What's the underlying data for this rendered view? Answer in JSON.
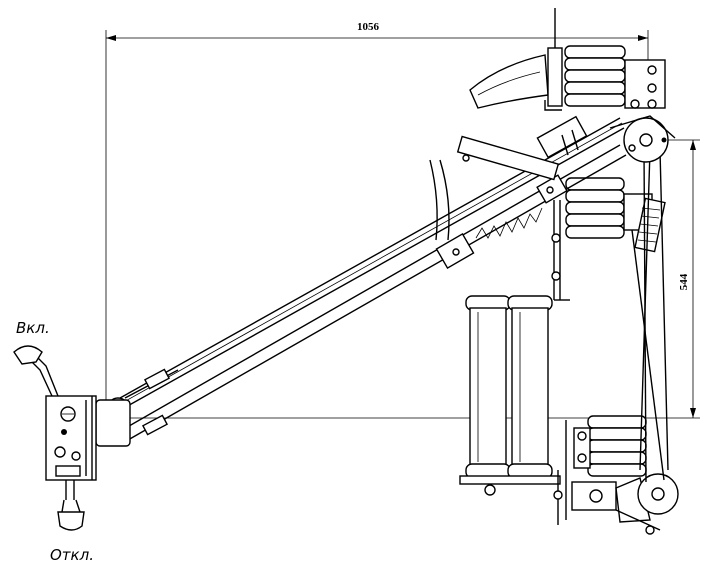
{
  "dimensions": {
    "horizontal": "1056",
    "vertical": "544"
  },
  "labels": {
    "on_position": "Вкл.",
    "off_position": "Откл."
  },
  "colors": {
    "ink": "#000000",
    "paper": "#ffffff"
  }
}
